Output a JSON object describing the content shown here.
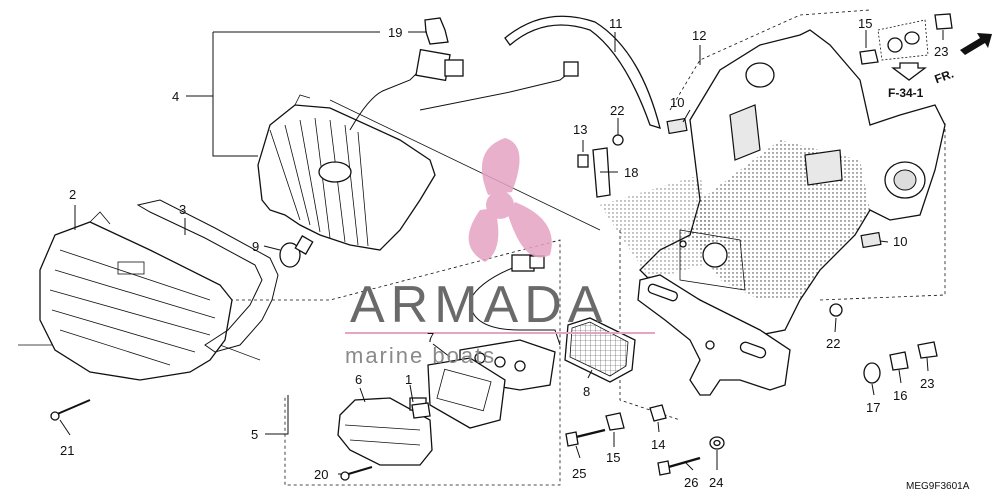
{
  "diagram": {
    "callouts": [
      {
        "id": "1",
        "text": "1"
      },
      {
        "id": "2",
        "text": "2"
      },
      {
        "id": "3",
        "text": "3"
      },
      {
        "id": "4",
        "text": "4"
      },
      {
        "id": "5",
        "text": "5"
      },
      {
        "id": "6",
        "text": "6"
      },
      {
        "id": "7",
        "text": "7"
      },
      {
        "id": "8",
        "text": "8"
      },
      {
        "id": "9",
        "text": "9"
      },
      {
        "id": "10a",
        "text": "10"
      },
      {
        "id": "10b",
        "text": "10"
      },
      {
        "id": "11",
        "text": "11"
      },
      {
        "id": "12",
        "text": "12"
      },
      {
        "id": "13",
        "text": "13"
      },
      {
        "id": "14",
        "text": "14"
      },
      {
        "id": "15a",
        "text": "15"
      },
      {
        "id": "15b",
        "text": "15"
      },
      {
        "id": "16",
        "text": "16"
      },
      {
        "id": "17",
        "text": "17"
      },
      {
        "id": "18",
        "text": "18"
      },
      {
        "id": "19",
        "text": "19"
      },
      {
        "id": "20",
        "text": "20"
      },
      {
        "id": "21",
        "text": "21"
      },
      {
        "id": "22a",
        "text": "22"
      },
      {
        "id": "22b",
        "text": "22"
      },
      {
        "id": "23a",
        "text": "23"
      },
      {
        "id": "23b",
        "text": "23"
      },
      {
        "id": "24",
        "text": "24"
      },
      {
        "id": "25",
        "text": "25"
      },
      {
        "id": "26",
        "text": "26"
      }
    ],
    "reference": "F-34-1",
    "front_marker": "FR.",
    "drawing_code": "MEG9F3601A"
  },
  "watermark": {
    "brand": "ARMADA",
    "tagline": "marine  boats",
    "logo_color": "#e6a3c4"
  }
}
